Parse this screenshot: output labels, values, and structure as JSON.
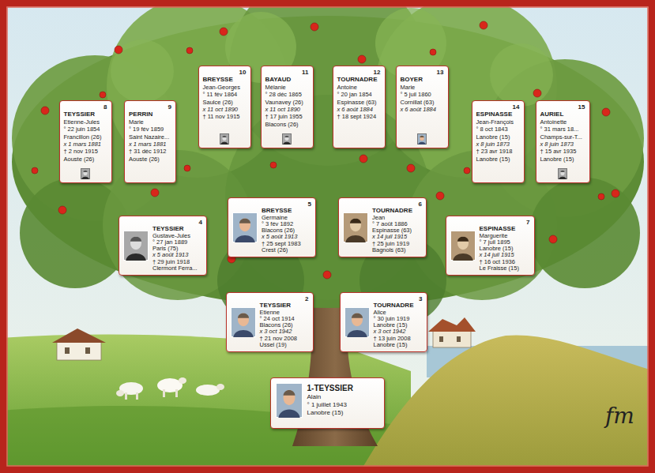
{
  "diagram": {
    "nodes": [
      {
        "text": [
          "10",
          "BREYSSE",
          "Jean-Georges",
          "° 11 fév 1864",
          "Saulce (26)",
          "x 11 oct 1890",
          "† 11 nov 1915"
        ]
      },
      {
        "text": [
          "11",
          "BAYAUD",
          "Mélanie",
          "° 28 déc 1865",
          "Vaunavey (26)",
          "x 11 oct 1890",
          "† 17 juin 1955",
          "Blacons (26)"
        ]
      },
      {
        "text": [
          "12",
          "TOURNADRE",
          "Antoine",
          "° 20 jan 1854",
          "Espinasse (63)",
          "x 6 août 1884",
          "† 18 sept 1924"
        ]
      },
      {
        "text": [
          "13",
          "BOYER",
          "Marie",
          "° 5 juil 1860",
          "Cornillat (63)",
          "x 6 août 1884"
        ]
      },
      {
        "text": [
          "8",
          "TEYSSIER",
          "Etienne-Jules",
          "° 22 juin 1854",
          "Francillon (26)",
          "x 1 mars 1881",
          "† 2 nov 1915",
          "Aouste (26)"
        ]
      },
      {
        "text": [
          "9",
          "PERRIN",
          "Marie",
          "° 19 fév 1859",
          "Saint Nazaire...",
          "x 1 mars 1881",
          "† 31 déc 1912",
          "Aouste (26)"
        ]
      },
      {
        "text": [
          "14",
          "ESPINASSE",
          "Jean-François",
          "° 8 oct 1843",
          "Lanobre (15)",
          "x 8 juin 1873",
          "† 23 avr 1918",
          "Lanobre (15)"
        ]
      },
      {
        "text": [
          "15",
          "AURIEL",
          "Antoinette",
          "° 31 mars 18...",
          "Champs-sur-T...",
          "x 8 juin 1873",
          "† 15 avr 1935",
          "Lanobre (15)"
        ]
      },
      {
        "text": [
          "5",
          "BREYSSE",
          "Germaine",
          "° 3 fév 1892",
          "Blacons (26)",
          "x 5 août 1913",
          "† 25 sept 1983",
          "Crest (26)"
        ]
      },
      {
        "text": [
          "6",
          "TOURNADRE",
          "Jean",
          "° 7 août 1886",
          "Espinasse (63)",
          "x 14 juil 1915",
          "† 25 juin 1919",
          "Bagnols (63)"
        ]
      },
      {
        "text": [
          "4",
          "TEYSSIER",
          "Gustave-Jules",
          "° 27 jan 1889",
          "Paris (75)",
          "x 5 août 1913",
          "† 29 juin 1918",
          "Clermont Ferra..."
        ]
      },
      {
        "text": [
          "7",
          "ESPINASSE",
          "Marguerite",
          "° 7 juil 1895",
          "Lanobre (15)",
          "x 14 juil 1915",
          "† 16 oct 1936",
          "Le Fraisse (15)"
        ]
      },
      {
        "text": [
          "2",
          "TEYSSIER",
          "Etienne",
          "° 24 oct 1914",
          "Blacons (26)",
          "x 3 oct 1942",
          "† 21 nov 2008",
          "Ussel (19)"
        ]
      },
      {
        "text": [
          "3",
          "TOURNADRE",
          "Alice",
          "° 30 juin 1919",
          "Lanobre (15)",
          "x 3 oct 1942",
          "† 13 juin 2008",
          "Lanobre (15)"
        ]
      },
      {
        "text": [
          "1-TEYSSIER",
          "Alain",
          "° 1 juillet 1943",
          "Lanobre (15)"
        ]
      }
    ],
    "labels": [
      "fm"
    ]
  }
}
